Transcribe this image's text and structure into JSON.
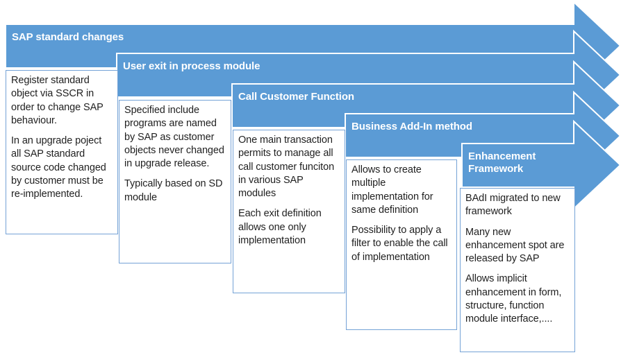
{
  "colors": {
    "arrow_fill": "#5b9bd5",
    "arrow_outline": "#ffffff",
    "card_border": "#74a2d6",
    "card_background": "#ffffff",
    "title_text": "#ffffff",
    "body_text": "#1f1f1f"
  },
  "steps": [
    {
      "title": "SAP standard changes",
      "paragraphs": [
        "Register standard object via SSCR in order to change SAP behaviour.",
        "In an upgrade poject all SAP standard source code changed by customer must be re-implemented."
      ]
    },
    {
      "title": "User exit in process module",
      "paragraphs": [
        "Specified include programs are named by SAP as customer objects never changed in upgrade release.",
        "Typically based on SD module"
      ]
    },
    {
      "title": "Call Customer Function",
      "paragraphs": [
        "One main transaction permits to manage all call customer funciton in various SAP modules",
        "Each exit definition allows one only implementation"
      ]
    },
    {
      "title": "Business Add-In method",
      "paragraphs": [
        "Allows to create multiple implementation for same definition",
        "Possibility to apply a filter to enable the call of implementation"
      ]
    },
    {
      "title": "Enhancement Framework",
      "paragraphs": [
        "BAdI migrated to new framework",
        "Many new enhancement spot are released by SAP",
        "Allows implicit enhancement in form, structure, function module interface,...."
      ]
    }
  ]
}
